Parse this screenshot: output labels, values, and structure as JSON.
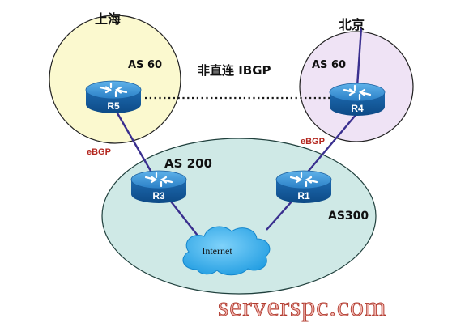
{
  "regions": {
    "shanghai": {
      "city": "上海",
      "as_label": "AS 60"
    },
    "beijing": {
      "city": "北京",
      "as_label": "AS 60"
    },
    "core": {
      "as200_label": "AS 200",
      "as300_label": "AS300"
    }
  },
  "link_labels": {
    "ibgp": "非直连 IBGP",
    "ebgp_left": "eBGP",
    "ebgp_right": "eBGP"
  },
  "routers": {
    "r5": "R5",
    "r4": "R4",
    "r3": "R3",
    "r1": "R1"
  },
  "cloud_label": "Internet",
  "watermark": "serverspc.com",
  "colors": {
    "shanghai_fill": "#fbf9cf",
    "beijing_fill": "#efe3f5",
    "core_fill": "#cfe9e6",
    "link": "#3a2f8f",
    "router": "#1f6fb8",
    "cloud": "#3db3ee",
    "ebgp_text": "#b3261e"
  }
}
